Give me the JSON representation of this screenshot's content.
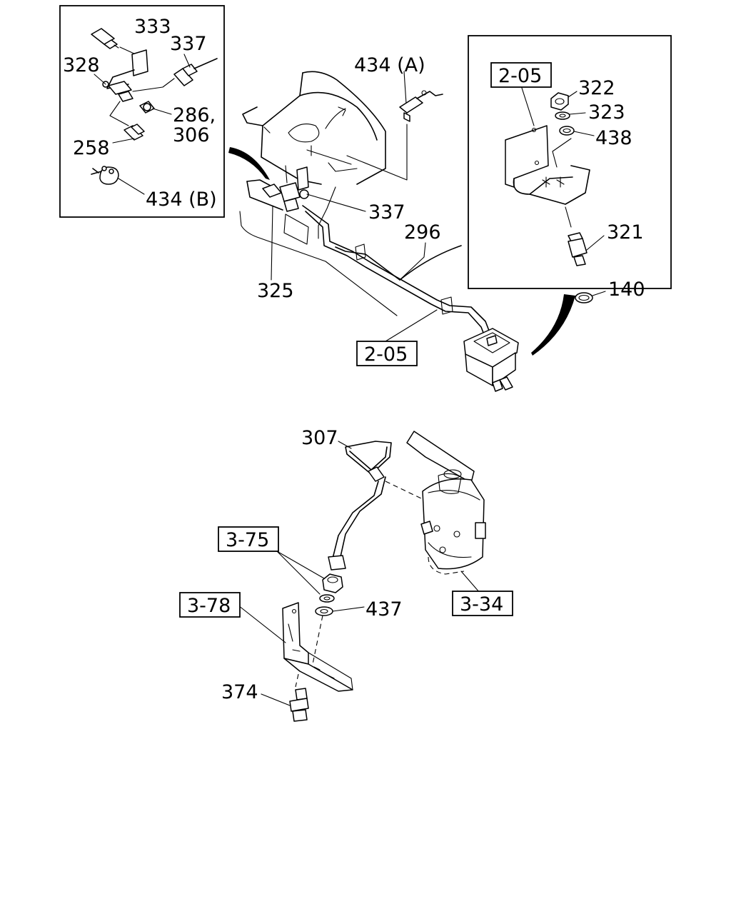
{
  "callouts": {
    "c333": "333",
    "c337_inset": "337",
    "c328": "328",
    "c286": "286,",
    "c306": "306",
    "c258": "258",
    "c434b": "434 (B)",
    "c434a": "434 (A)",
    "c337_main": "337",
    "c296": "296",
    "c325": "325",
    "c322": "322",
    "c323": "323",
    "c438": "438",
    "c321": "321",
    "c140": "140",
    "c307": "307",
    "c437": "437",
    "c374": "374"
  },
  "references": {
    "ref_205_inset": "2-05",
    "ref_205_main": "2-05",
    "ref_375": "3-75",
    "ref_378": "3-78",
    "ref_334": "3-34"
  }
}
